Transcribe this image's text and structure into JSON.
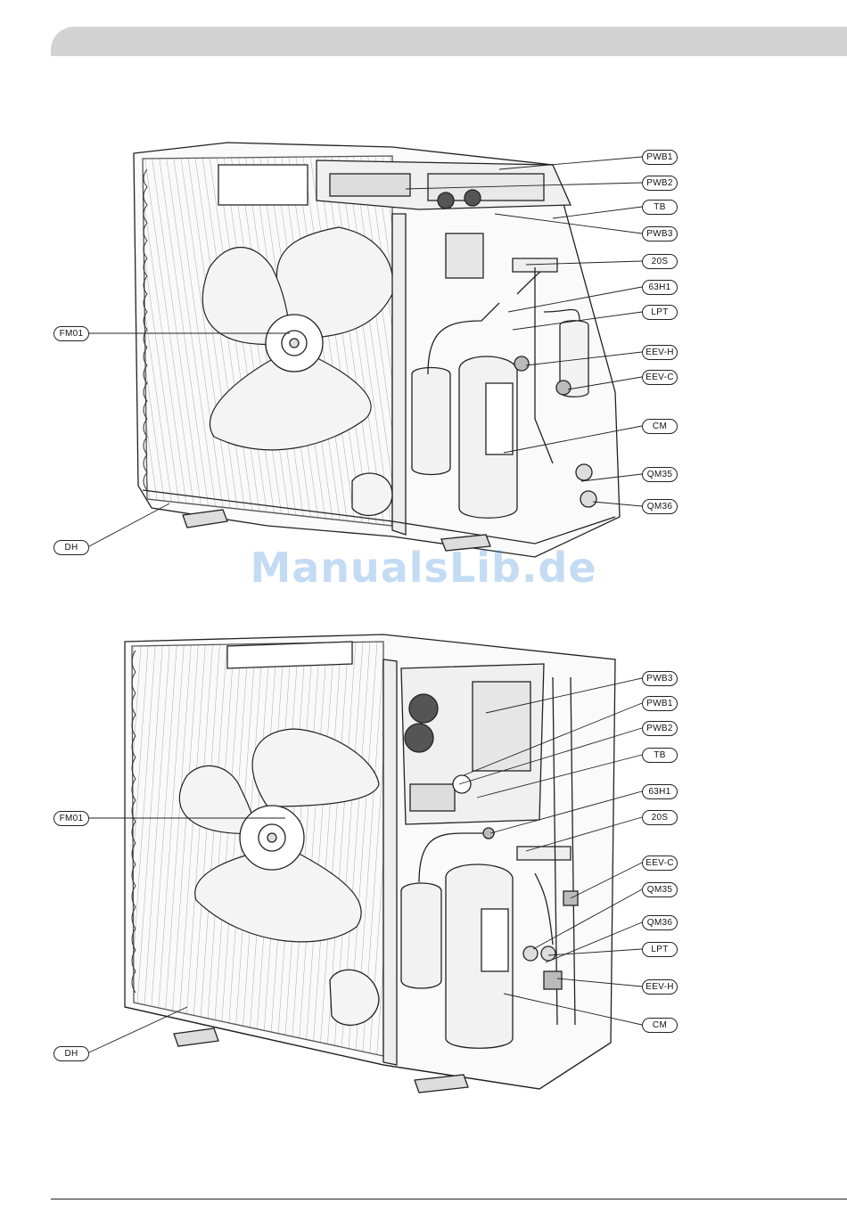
{
  "watermark": "ManualsLib.de",
  "diagram_top": {
    "labels": {
      "pwb1": "PWB1",
      "pwb2": "PWB2",
      "tb": "TB",
      "pwb3": "PWB3",
      "s20": "20S",
      "h63": "63H1",
      "lpt": "LPT",
      "eevh": "EEV-H",
      "eevc": "EEV-C",
      "cm": "CM",
      "qm35": "QM35",
      "qm36": "QM36",
      "fm01": "FM01",
      "dh": "DH"
    }
  },
  "diagram_bottom": {
    "labels": {
      "pwb3": "PWB3",
      "pwb1": "PWB1",
      "pwb2": "PWB2",
      "tb": "TB",
      "h63": "63H1",
      "s20": "20S",
      "eevc": "EEV-C",
      "qm35": "QM35",
      "qm36": "QM36",
      "lpt": "LPT",
      "eevh": "EEV-H",
      "cm": "CM",
      "fm01": "FM01",
      "dh": "DH"
    }
  }
}
